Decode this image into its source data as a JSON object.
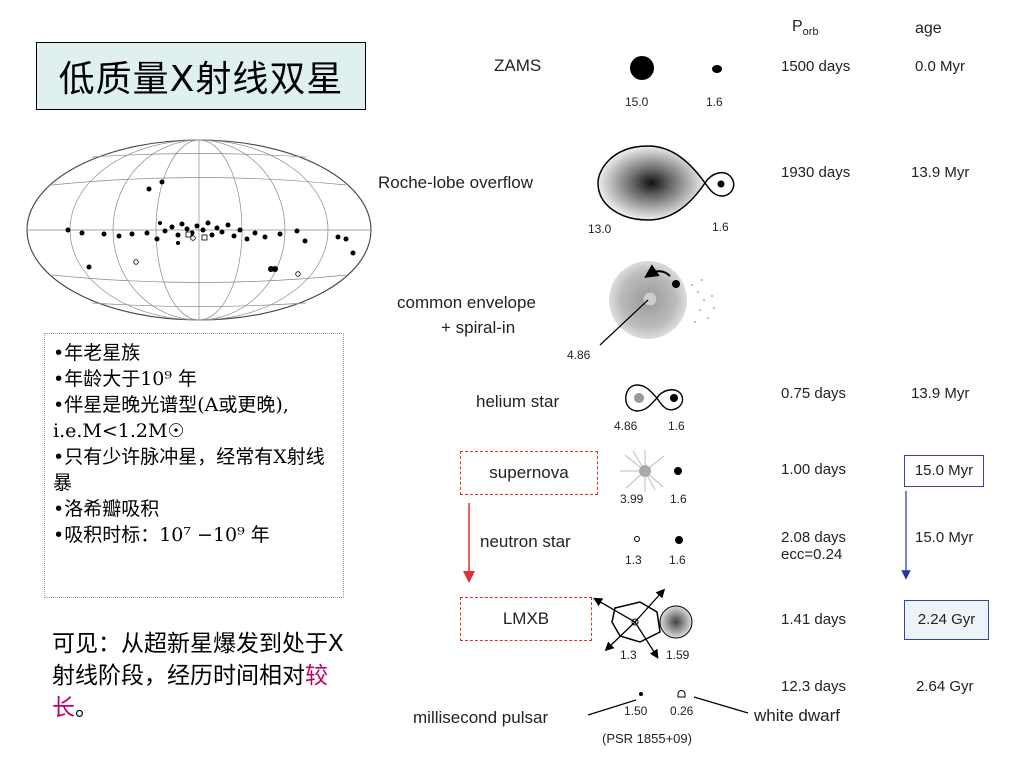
{
  "title": "低质量X射线双星",
  "notes": [
    "•年老星族",
    "•年龄大于10⁹ 年",
    "•伴星是晚光谱型(A或更晚), i.e.M<1.2M☉",
    "•只有少许脉冲星，经常有X射线暴",
    "•洛希瓣吸积",
    "•吸积时标：10⁷ −10⁹ 年"
  ],
  "conclusion": {
    "text": "可见：从超新星爆发到处于X射线阶段，经历时间相对",
    "highlight": "较长",
    "end": "。"
  },
  "headers": {
    "porb_main": "P",
    "porb_sub": "orb",
    "age": "age"
  },
  "stages": [
    {
      "name": "ZAMS",
      "porb": "1500 days",
      "age": "0.0 Myr",
      "m1": "15.0",
      "m2": "1.6"
    },
    {
      "name": "Roche-lobe overflow",
      "porb": "1930 days",
      "age": "13.9 Myr",
      "m1": "13.0",
      "m2": "1.6"
    },
    {
      "name": "common envelope",
      "name2": "+ spiral-in",
      "m1": "4.86"
    },
    {
      "name": "helium star",
      "porb": "0.75 days",
      "age": "13.9 Myr",
      "m1": "4.86",
      "m2": "1.6"
    },
    {
      "name": "supernova",
      "porb": "1.00 days",
      "age": "15.0 Myr",
      "m1": "3.99",
      "m2": "1.6"
    },
    {
      "name": "neutron star",
      "porb": "2.08 days",
      "porb2": "ecc=0.24",
      "age": "15.0 Myr",
      "m1": "1.3",
      "m2": "1.6"
    },
    {
      "name": "LMXB",
      "porb": "1.41 days",
      "age": "2.24 Gyr",
      "m1": "1.3",
      "m2": "1.59"
    },
    {
      "name": "millisecond pulsar",
      "name2": "white dwarf",
      "porb": "12.3 days",
      "age": "2.64 Gyr",
      "m1": "1.50",
      "m2": "0.26",
      "psr": "(PSR 1855+09)"
    }
  ],
  "colors": {
    "title_bg": "#e0f0f0",
    "highlight": "#c0006a",
    "red_arrow": "#e03030",
    "blue_arrow": "#2233aa"
  }
}
